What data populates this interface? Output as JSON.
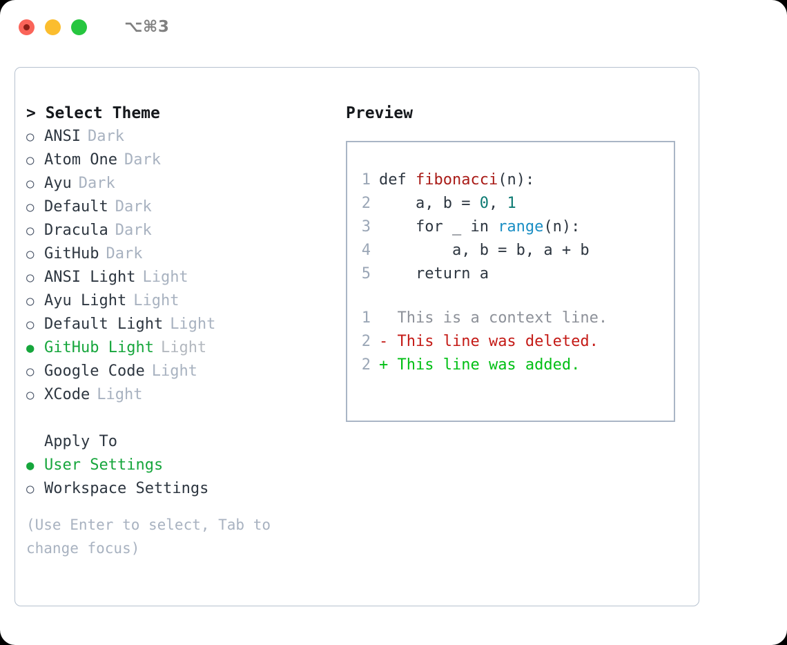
{
  "window": {
    "shortcut": "⌥⌘3",
    "traffic_lights": [
      {
        "name": "close",
        "color": "#fa6459"
      },
      {
        "name": "minimize",
        "color": "#fbbd2e"
      },
      {
        "name": "maximize",
        "color": "#26c63f"
      }
    ]
  },
  "theme_picker": {
    "header": "> Select Theme",
    "selected_color": "#16a63c",
    "bullet_selected": "●",
    "bullet_unselected": "○",
    "items": [
      {
        "label": "ANSI",
        "variant": "Dark",
        "selected": false
      },
      {
        "label": "Atom One",
        "variant": "Dark",
        "selected": false
      },
      {
        "label": "Ayu",
        "variant": "Dark",
        "selected": false
      },
      {
        "label": "Default",
        "variant": "Dark",
        "selected": false
      },
      {
        "label": "Dracula",
        "variant": "Dark",
        "selected": false
      },
      {
        "label": "GitHub",
        "variant": "Dark",
        "selected": false
      },
      {
        "label": "ANSI Light",
        "variant": "Light",
        "selected": false
      },
      {
        "label": "Ayu Light",
        "variant": "Light",
        "selected": false
      },
      {
        "label": "Default Light",
        "variant": "Light",
        "selected": false
      },
      {
        "label": "GitHub Light",
        "variant": "Light",
        "selected": true
      },
      {
        "label": "Google Code",
        "variant": "Light",
        "selected": false
      },
      {
        "label": "XCode",
        "variant": "Light",
        "selected": false
      }
    ]
  },
  "apply_to": {
    "header": "Apply To",
    "items": [
      {
        "label": "User Settings",
        "selected": true
      },
      {
        "label": "Workspace Settings",
        "selected": false
      }
    ]
  },
  "hint": "(Use Enter to select, Tab to change focus)",
  "preview": {
    "header": "Preview",
    "code_lines": [
      {
        "number": "1",
        "parts": [
          {
            "text": "def ",
            "kind": "plain"
          },
          {
            "text": "fibonacci",
            "kind": "fn"
          },
          {
            "text": "(n):",
            "kind": "plain"
          }
        ]
      },
      {
        "number": "2",
        "parts": [
          {
            "text": "    a, b = ",
            "kind": "plain"
          },
          {
            "text": "0",
            "kind": "num"
          },
          {
            "text": ", ",
            "kind": "plain"
          },
          {
            "text": "1",
            "kind": "num"
          }
        ]
      },
      {
        "number": "3",
        "parts": [
          {
            "text": "    for _ in ",
            "kind": "plain"
          },
          {
            "text": "range",
            "kind": "call"
          },
          {
            "text": "(n):",
            "kind": "plain"
          }
        ]
      },
      {
        "number": "4",
        "parts": [
          {
            "text": "        a, b = b, a + b",
            "kind": "plain"
          }
        ]
      },
      {
        "number": "5",
        "parts": [
          {
            "text": "    return a",
            "kind": "plain"
          }
        ]
      }
    ],
    "diff_lines": [
      {
        "number": "1",
        "marker": " ",
        "text": " This is a context line.",
        "kind": "ctx"
      },
      {
        "number": "2",
        "marker": "-",
        "text": " This line was deleted.",
        "kind": "del"
      },
      {
        "number": "2",
        "marker": "+",
        "text": " This line was added.",
        "kind": "add"
      }
    ],
    "colors": {
      "function": "#a91b17",
      "number": "#0c7a72",
      "call": "#1a8ec4",
      "context": "#8d9199",
      "deleted": "#c41a16",
      "added": "#00bf14"
    }
  }
}
